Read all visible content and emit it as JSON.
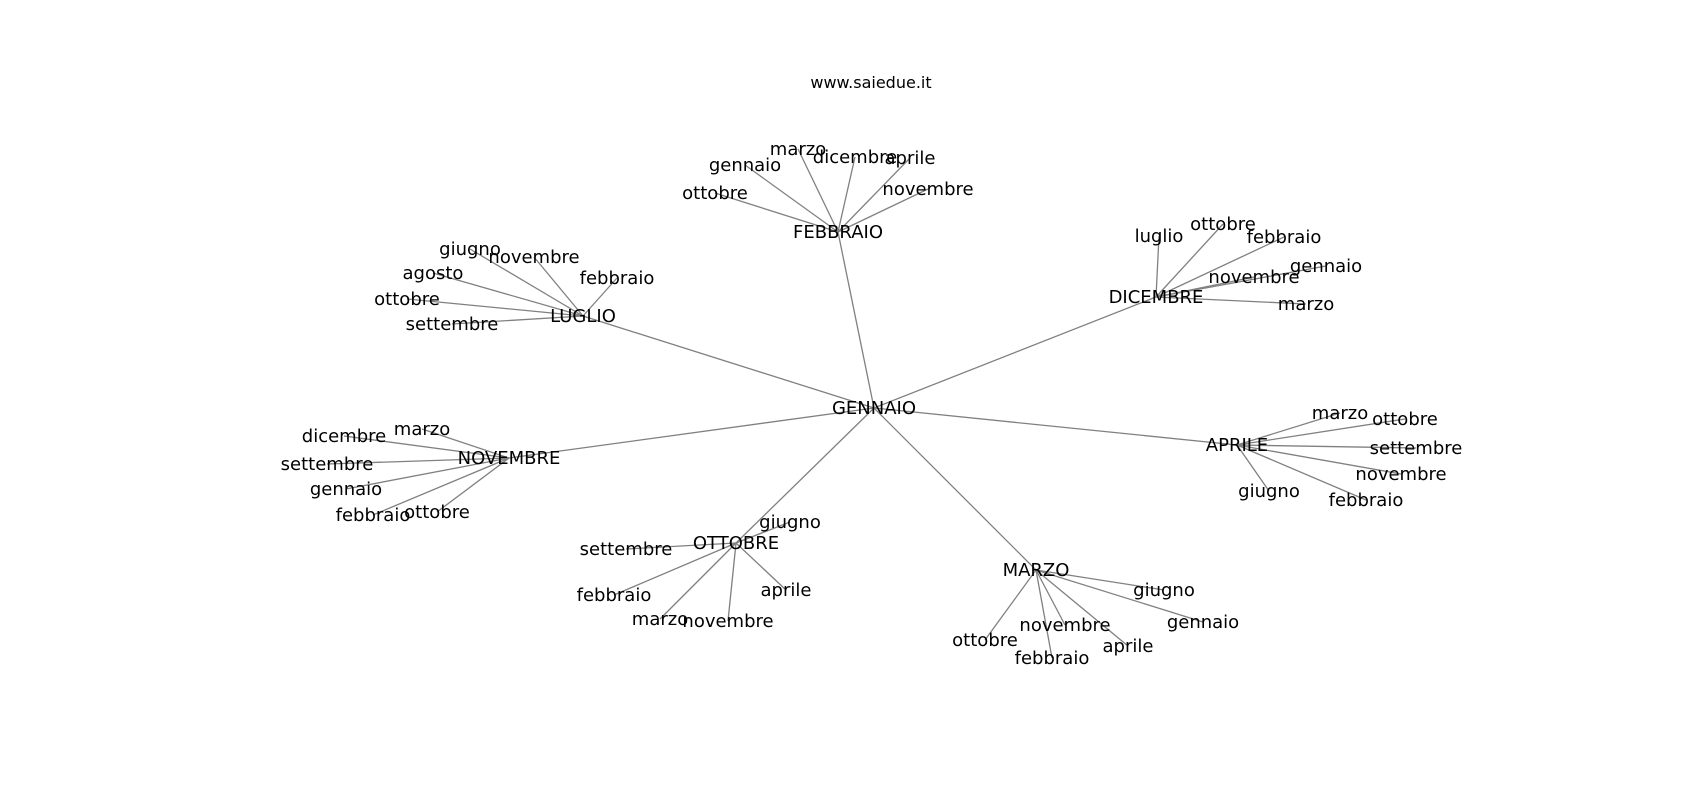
{
  "header": {
    "text": "www.saiedue.it"
  },
  "diagram": {
    "edge_color": "#808080",
    "root": "GENNAIO",
    "branches": [
      {
        "label": "FEBBRAIO",
        "children": [
          "ottobre",
          "gennaio",
          "marzo",
          "dicembre",
          "aprile",
          "novembre"
        ]
      },
      {
        "label": "DICEMBRE",
        "children": [
          "luglio",
          "ottobre",
          "febbraio",
          "gennaio",
          "novembre",
          "marzo"
        ]
      },
      {
        "label": "LUGLIO",
        "children": [
          "giugno",
          "novembre",
          "agosto",
          "febbraio",
          "ottobre",
          "settembre"
        ]
      },
      {
        "label": "NOVEMBRE",
        "children": [
          "dicembre",
          "marzo",
          "settembre",
          "gennaio",
          "febbraio",
          "ottobre"
        ]
      },
      {
        "label": "APRILE",
        "children": [
          "marzo",
          "ottobre",
          "settembre",
          "novembre",
          "giugno",
          "febbraio"
        ]
      },
      {
        "label": "OTTOBRE",
        "children": [
          "giugno",
          "settembre",
          "febbraio",
          "aprile",
          "marzo",
          "novembre"
        ]
      },
      {
        "label": "MARZO",
        "children": [
          "giugno",
          "novembre",
          "gennaio",
          "ottobre",
          "aprile",
          "febbraio"
        ]
      }
    ]
  }
}
